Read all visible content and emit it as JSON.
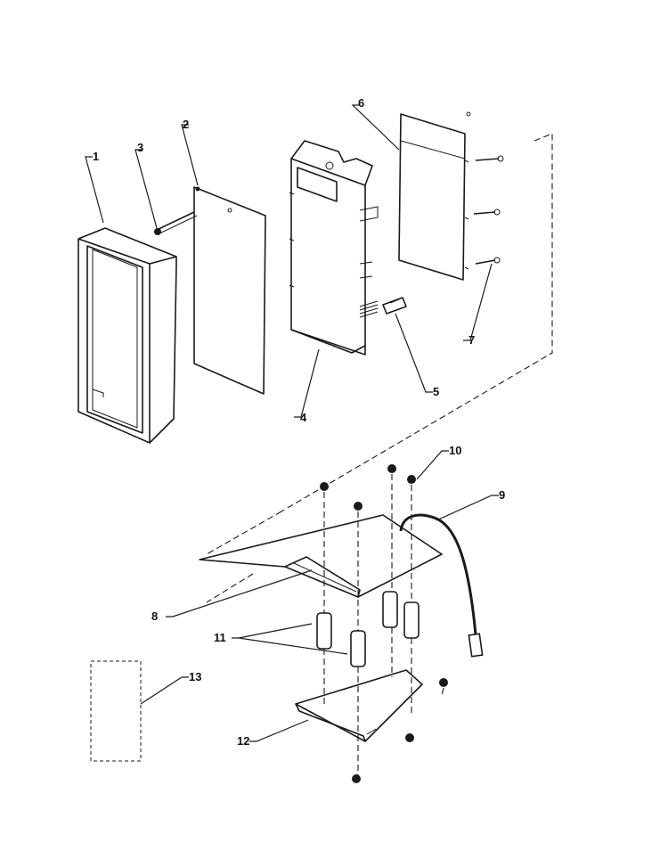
{
  "callouts": [
    {
      "id": "1",
      "text": "1"
    },
    {
      "id": "2",
      "text": "2"
    },
    {
      "id": "3",
      "text": "3"
    },
    {
      "id": "4",
      "text": "4"
    },
    {
      "id": "5",
      "text": "5"
    },
    {
      "id": "6",
      "text": "6"
    },
    {
      "id": "7",
      "text": "7"
    },
    {
      "id": "8",
      "text": "8"
    },
    {
      "id": "9",
      "text": "9"
    },
    {
      "id": "10",
      "text": "10"
    },
    {
      "id": "11",
      "text": "11"
    },
    {
      "id": "12",
      "text": "12"
    },
    {
      "id": "13",
      "text": "13"
    }
  ],
  "colors": {
    "ink": "#1a1a1a",
    "background": "#ffffff"
  }
}
